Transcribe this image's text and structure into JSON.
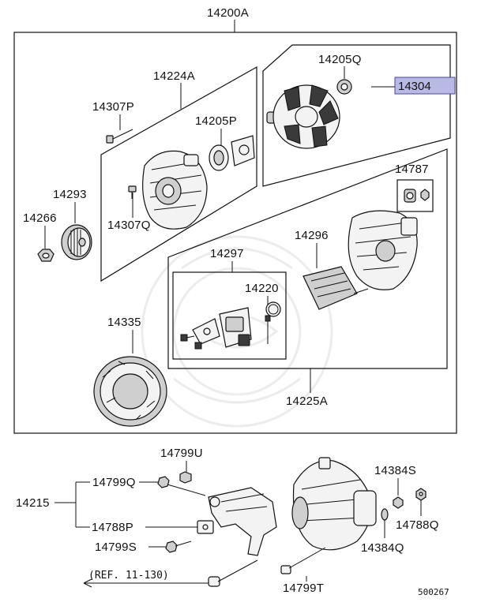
{
  "labels": {
    "assembly": "14200A",
    "rotor_group": "14205Q",
    "highlight": "14304",
    "front_bracket": "14224A",
    "bolt_a": "14307P",
    "bearing_front": "14205P",
    "pulley": "14293",
    "nut": "14266",
    "screw": "14307Q",
    "rear_cover_kit": "14787",
    "rectifier": "14296",
    "regulator": "14297",
    "brush": "14220",
    "stator": "14335",
    "rear_bracket": "14225A",
    "bolt_top": "14799U",
    "bolt_q": "14799Q",
    "bracket": "14215",
    "nut_s": "14384S",
    "washer_q": "14788Q",
    "nut_q": "14384Q",
    "spacer": "14788P",
    "bolt_s": "14799S",
    "bolt_t": "14799T",
    "ref": "(REF. 11-130)",
    "diagram_code": "500267"
  },
  "colors": {
    "highlight_fill": "#b9b9e6",
    "highlight_border": "#4a4a8a",
    "line": "#111111"
  }
}
